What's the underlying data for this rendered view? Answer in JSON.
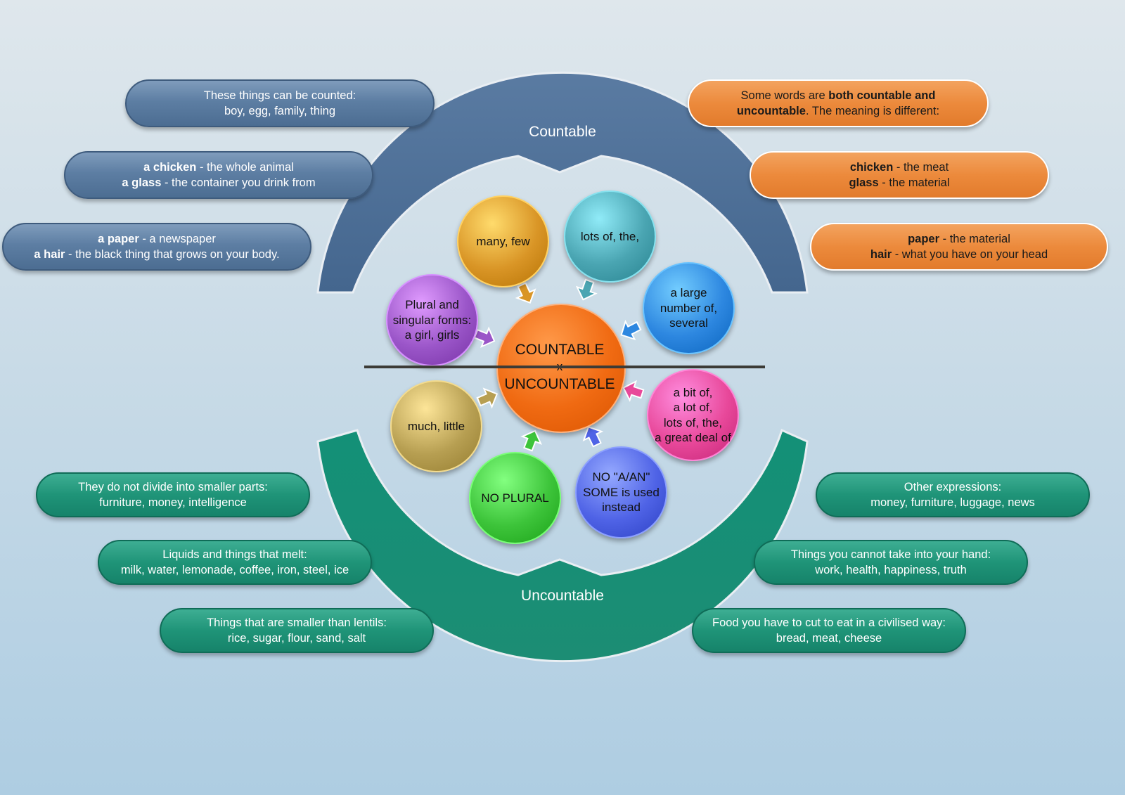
{
  "arcs": {
    "top_label": "Countable",
    "bottom_label": "Uncountable",
    "top_color": "#4d6e95",
    "bottom_color": "#178a72"
  },
  "center": {
    "line1": "COUNTABLE",
    "separator": "x",
    "line2": "UNCOUNTABLE",
    "color": "#f06a12"
  },
  "bubbles": {
    "many_few": {
      "lines": [
        "many, few"
      ],
      "color": "#d99526"
    },
    "lots_of_the": {
      "lines": [
        "lots of, the,"
      ],
      "color": "#4aa5b2"
    },
    "large_number": {
      "lines": [
        "a large",
        "number of,",
        "several"
      ],
      "color": "#2d87e0"
    },
    "plural": {
      "lines": [
        "Plural and",
        "singular forms:",
        "a girl, girls"
      ],
      "color": "#9a55c8"
    },
    "much_little": {
      "lines": [
        "much, little"
      ],
      "color": "#b79f52"
    },
    "a_bit_of": {
      "lines": [
        "a bit of,",
        "a lot of,",
        "lots of, the,",
        "a great deal of"
      ],
      "color": "#e8489a"
    },
    "no_plural": {
      "lines": [
        "NO PLURAL"
      ],
      "color": "#3dc43a"
    },
    "no_a_an": {
      "lines": [
        "NO \"A/AN\"",
        "SOME is used",
        "instead"
      ],
      "color": "#4f63e6"
    }
  },
  "boxes": {
    "left": [
      {
        "id": "counted",
        "style": "blue",
        "lines": [
          {
            "text": "These things can be counted:"
          },
          {
            "text": "boy, egg, family, thing"
          }
        ]
      },
      {
        "id": "chicken",
        "style": "blue",
        "lines": [
          {
            "bold": "a chicken",
            "text": " - the whole animal"
          },
          {
            "bold": "a glass",
            "text": " - the container you drink from"
          }
        ]
      },
      {
        "id": "paper",
        "style": "blue",
        "lines": [
          {
            "bold": "a paper",
            "text": " -  a newspaper"
          },
          {
            "bold": "a hair",
            "text": " - the black thing that grows on your body."
          }
        ]
      },
      {
        "id": "divide",
        "style": "teal",
        "lines": [
          {
            "text": "They do not divide into smaller parts:"
          },
          {
            "text": "furniture, money, intelligence"
          }
        ]
      },
      {
        "id": "liquids",
        "style": "teal",
        "lines": [
          {
            "text": "Liquids and things that melt:"
          },
          {
            "text": "milk, water, lemonade, coffee, iron, steel, ice"
          }
        ]
      },
      {
        "id": "lentils",
        "style": "teal",
        "lines": [
          {
            "text": "Things that are smaller than lentils:"
          },
          {
            "text": "rice, sugar, flour, sand, salt"
          }
        ]
      }
    ],
    "right": [
      {
        "id": "both",
        "style": "orange",
        "lines": [
          {
            "text": "Some words are ",
            "bold": "both countable and"
          },
          {
            "bold": "uncountable",
            "text": ". The meaning is different:"
          }
        ]
      },
      {
        "id": "chicken_meat",
        "style": "orange",
        "lines": [
          {
            "bold": "chicken",
            "text": " - the meat"
          },
          {
            "bold": "glass",
            "text": " - the material"
          }
        ]
      },
      {
        "id": "paper_material",
        "style": "orange",
        "lines": [
          {
            "bold": "paper",
            "text": " - the material"
          },
          {
            "bold": "hair",
            "text": " - what you have on your head"
          }
        ]
      },
      {
        "id": "other",
        "style": "teal",
        "lines": [
          {
            "text": "Other expressions:"
          },
          {
            "text": "money, furniture, luggage, news"
          }
        ]
      },
      {
        "id": "hand",
        "style": "teal",
        "lines": [
          {
            "text": "Things you cannot take into your hand:"
          },
          {
            "text": "work, health, happiness, truth"
          }
        ]
      },
      {
        "id": "food",
        "style": "teal",
        "lines": [
          {
            "text": "Food you have to cut to eat in a civilised way:"
          },
          {
            "text": "bread, meat, cheese"
          }
        ]
      }
    ]
  }
}
